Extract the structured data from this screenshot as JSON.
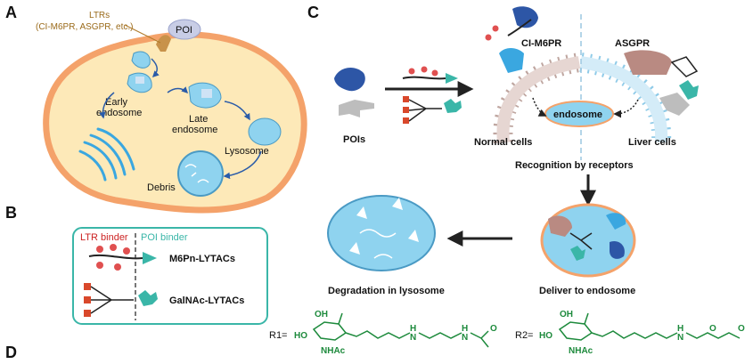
{
  "panels": {
    "a": "A",
    "b": "B",
    "c": "C",
    "d": "D"
  },
  "panel_a": {
    "ltrs_line1": "LTRs",
    "ltrs_line2": "(CI-M6PR, ASGPR, etc.)",
    "poi": "POI",
    "early1": "Early",
    "early2": "endosome",
    "late1": "Late",
    "late2": "endosome",
    "lysosome": "Lysosome",
    "debris": "Debris"
  },
  "panel_b": {
    "ltr_binder": "LTR binder",
    "poi_binder": "POI binder",
    "m6pn": "M6Pn-LYTACs",
    "galnac": "GalNAc-LYTACs"
  },
  "panel_c": {
    "pois": "POIs",
    "normal_cells": "Normal cells",
    "liver_cells": "Liver cells",
    "ci_m6pr": "CI-M6PR",
    "asgpr": "ASGPR",
    "endosome": "endosome",
    "recognition": "Recognition by receptors",
    "deliver": "Deliver to endosome",
    "degradation": "Degradation in lysosome"
  },
  "panel_d": {
    "r1": "R1=",
    "r2": "R2=",
    "oh": "OH",
    "ho": "HO",
    "nhac": "NHAc",
    "o": "O",
    "h": "H",
    "n": "N"
  },
  "colors": {
    "cell_fill": "#fde9b8",
    "cell_border": "#f4a26a",
    "teal": "#3ab6a8",
    "green_chem": "#1d8a3c",
    "endosome_fill": "#8fd3ef",
    "ltr_gold": "#b07a2a"
  }
}
